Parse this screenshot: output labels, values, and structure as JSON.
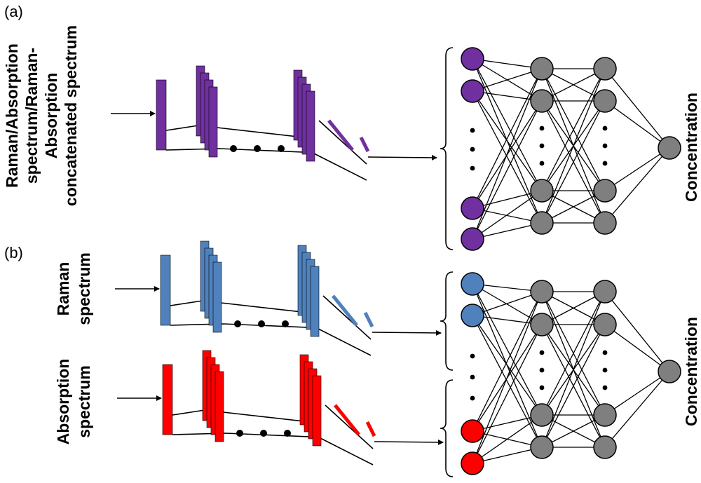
{
  "panels": {
    "a": {
      "tag": "(a)",
      "input_label_lines": [
        "Raman/Absorption",
        "spectrum/Raman-",
        "Absorption",
        "concatenated spectrum"
      ],
      "output_label": "Concentration",
      "cnn_color": "#7030A0",
      "input_node_color": "#7030A0"
    },
    "b": {
      "tag": "(b)",
      "raman_label_lines": [
        "Raman",
        "spectrum"
      ],
      "absorption_label_lines": [
        "Absorption",
        "spectrum"
      ],
      "output_label": "Concentration",
      "raman_color": "#4F81BD",
      "absorption_color": "#FF0000"
    }
  },
  "colors": {
    "hidden_node": "#7F7F7F",
    "line": "#000000"
  }
}
